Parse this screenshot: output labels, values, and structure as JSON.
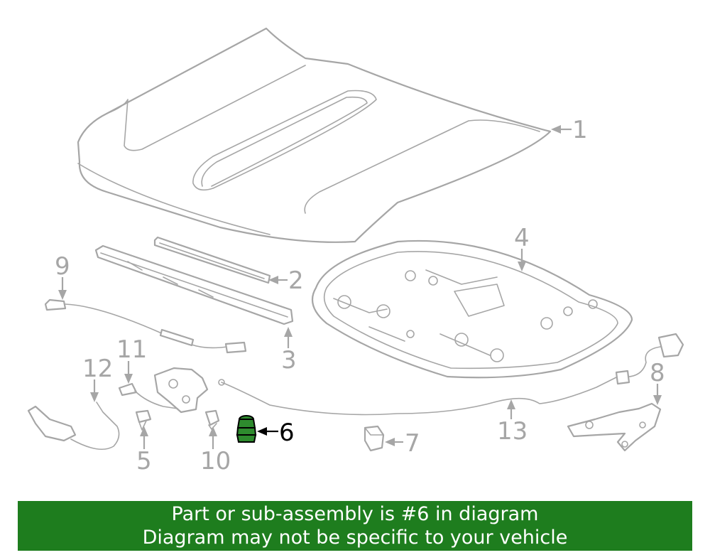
{
  "diagram": {
    "callouts": [
      "1",
      "2",
      "3",
      "4",
      "5",
      "6",
      "7",
      "8",
      "9",
      "10",
      "11",
      "12",
      "13"
    ],
    "highlight_color": "#1e7d1e",
    "line_color": "#a6a6a6"
  },
  "banner": {
    "line1": "Part or sub-assembly is #6 in diagram",
    "line2": "Diagram may not be specific to your vehicle",
    "background": "#1e7d1e"
  }
}
